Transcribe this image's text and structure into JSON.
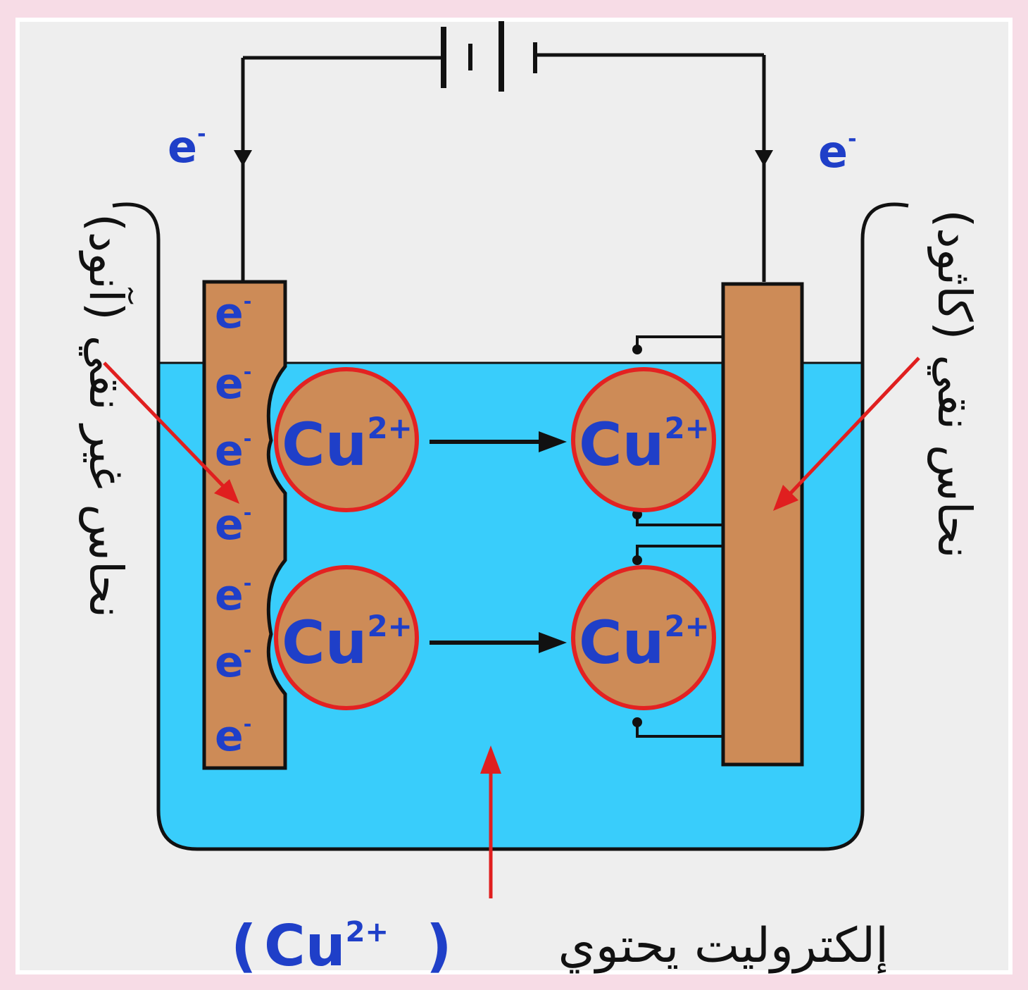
{
  "colors": {
    "background": "#eeeeee",
    "frame": "#f7dce6",
    "electrolyte": "#39cdfb",
    "copper": "#cd8b57",
    "ion_outline": "#e32222",
    "electron_text": "#1f3fc8",
    "ion_text": "#1f3fc8",
    "pointer_arrow": "#e01f1f",
    "wire": "#111111"
  },
  "electron_symbol": "e",
  "electron_charge": "-",
  "wire_labels": {
    "left": "e",
    "right": "e"
  },
  "anode_electrons": [
    "e",
    "e",
    "e",
    "e",
    "e",
    "e",
    "e"
  ],
  "ions": {
    "symbol": "Cu",
    "charge": "2+",
    "left": [
      "Cu",
      "Cu"
    ],
    "right": [
      "Cu",
      "Cu"
    ]
  },
  "labels": {
    "anode": "نحاس غير نقي (آنود)",
    "cathode": "نحاس نقي (كاثود)",
    "electrolyte_arabic": "إلكتروليت يحتوي",
    "electrolyte_ion": "Cu",
    "electrolyte_charge": "2+",
    "open_paren": "(",
    "close_paren": ")"
  }
}
